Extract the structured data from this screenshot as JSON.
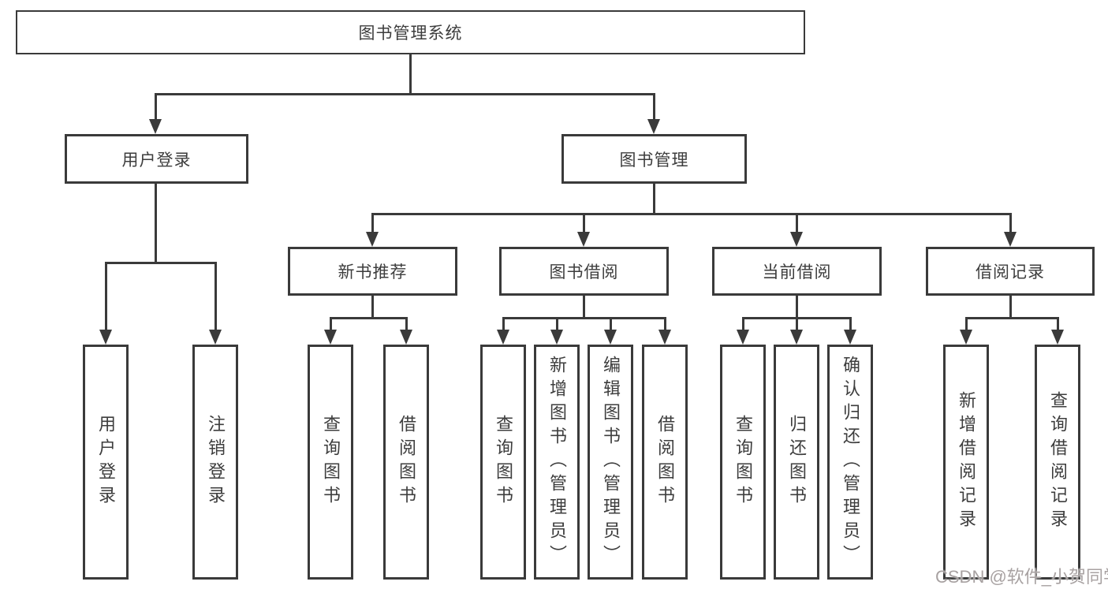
{
  "diagram": {
    "root": {
      "label": "图书管理系统"
    },
    "level2": {
      "user_login": {
        "label": "用户登录"
      },
      "book_management": {
        "label": "图书管理"
      }
    },
    "level3": {
      "new_book_recommend": {
        "label": "新书推荐"
      },
      "book_borrow": {
        "label": "图书借阅"
      },
      "current_borrow": {
        "label": "当前借阅"
      },
      "borrow_records": {
        "label": "借阅记录"
      }
    },
    "leaves": {
      "user_login_children": [
        "用户登录",
        "注销登录"
      ],
      "new_book_recommend_children": [
        "查询图书",
        "借阅图书"
      ],
      "book_borrow_children": [
        "查询图书",
        "新增图书（管理员）",
        "编辑图书（管理员）",
        "借阅图书"
      ],
      "current_borrow_children": [
        "查询图书",
        "归还图书",
        "确认归还（管理员）"
      ],
      "borrow_records_children": [
        "新增借阅记录",
        "查询借阅记录"
      ]
    }
  },
  "watermark": {
    "text": "CSDN @软件_小贺同学",
    "color": "#a8a2a2"
  },
  "colors": {
    "line": "#3a3a3a",
    "box_border": "#3a3a3a",
    "box_fill": "#ffffff",
    "text": "#3d3d3d",
    "background": "#ffffff"
  }
}
